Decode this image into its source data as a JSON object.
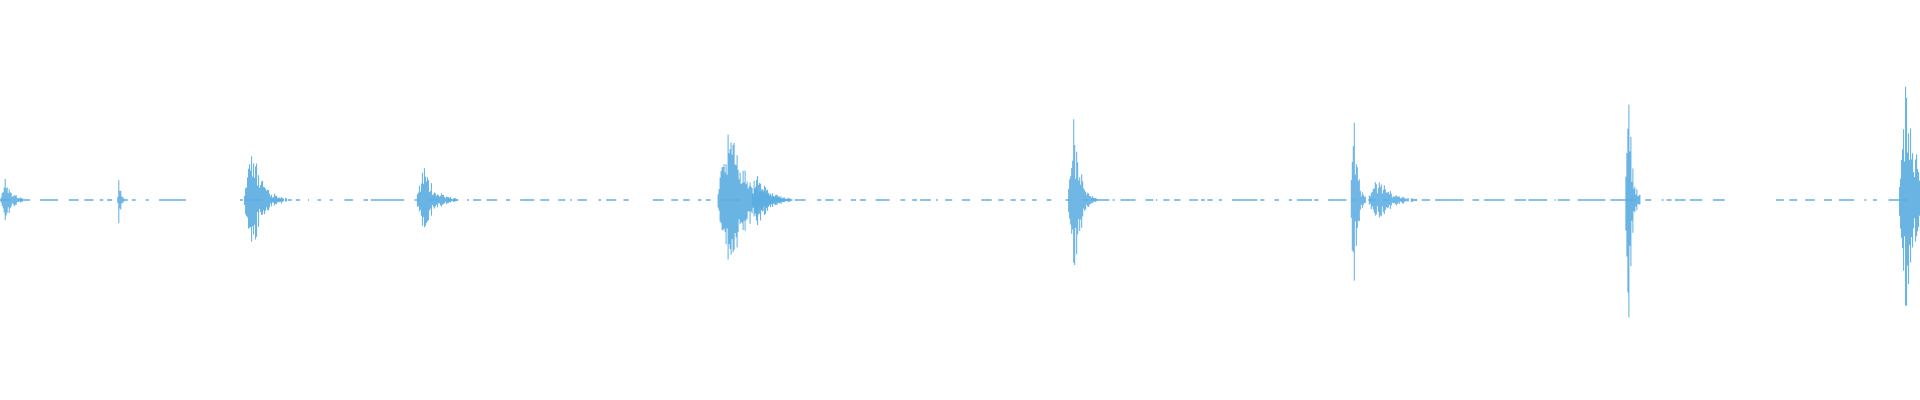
{
  "waveform": {
    "color": "#5dade2",
    "background": "#ffffff",
    "duration_fraction_note": "",
    "events": [
      {
        "center": 0.003,
        "spread": 0.004,
        "amplitude": 0.06
      },
      {
        "center": 0.062,
        "spread": 0.001,
        "amplitude": 0.07
      },
      {
        "center": 0.131,
        "spread": 0.006,
        "amplitude": 0.18
      },
      {
        "center": 0.221,
        "spread": 0.006,
        "amplitude": 0.1
      },
      {
        "center": 0.38,
        "spread": 0.01,
        "amplitude": 0.22
      },
      {
        "center": 0.395,
        "spread": 0.005,
        "amplitude": 0.1
      },
      {
        "center": 0.559,
        "spread": 0.004,
        "amplitude": 0.24
      },
      {
        "center": 0.705,
        "spread": 0.002,
        "amplitude": 0.32
      },
      {
        "center": 0.718,
        "spread": 0.008,
        "amplitude": 0.06
      },
      {
        "center": 0.848,
        "spread": 0.002,
        "amplitude": 0.44
      },
      {
        "center": 0.993,
        "spread": 0.006,
        "amplitude": 0.33
      }
    ],
    "baseline_segments": [
      [
        0.0,
        0.1
      ],
      [
        0.125,
        0.33
      ],
      [
        0.34,
        0.55
      ],
      [
        0.555,
        0.9
      ],
      [
        0.925,
        1.0
      ]
    ]
  }
}
